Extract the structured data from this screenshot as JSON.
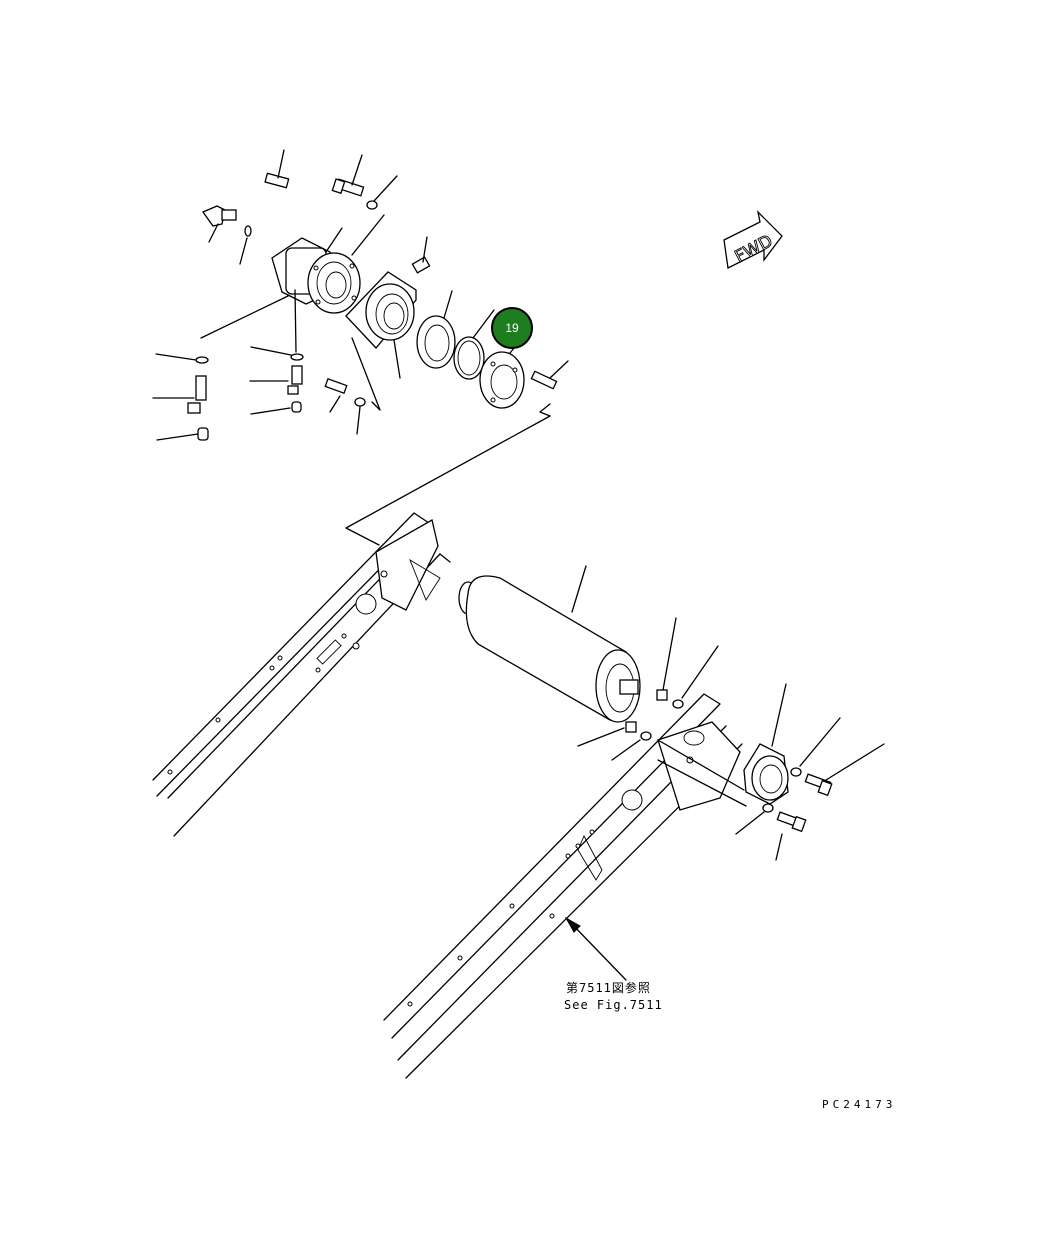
{
  "drawing": {
    "fwd_label": "FWD",
    "reference_jp": "第7511図参照",
    "reference_en": "See Fig.7511",
    "drawing_code": "PC24173",
    "highlighted_callout": {
      "label": "19",
      "color": "#1e7d1e"
    }
  }
}
